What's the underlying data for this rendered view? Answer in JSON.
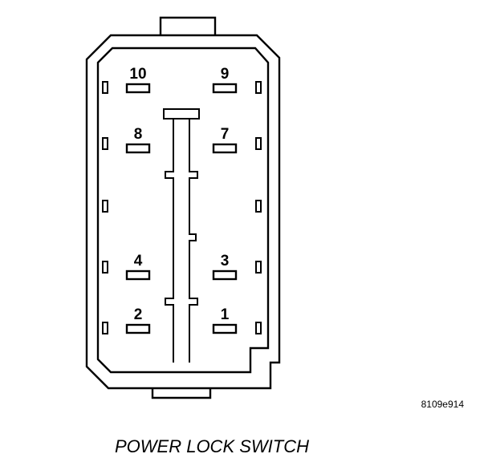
{
  "connector": {
    "pins": [
      {
        "id": "pin-10",
        "label": "10"
      },
      {
        "id": "pin-9",
        "label": "9"
      },
      {
        "id": "pin-8",
        "label": "8"
      },
      {
        "id": "pin-7",
        "label": "7"
      },
      {
        "id": "pin-4",
        "label": "4"
      },
      {
        "id": "pin-3",
        "label": "3"
      },
      {
        "id": "pin-2",
        "label": "2"
      },
      {
        "id": "pin-1",
        "label": "1"
      }
    ]
  },
  "reference_code": "8109e914",
  "caption": "POWER LOCK SWITCH"
}
